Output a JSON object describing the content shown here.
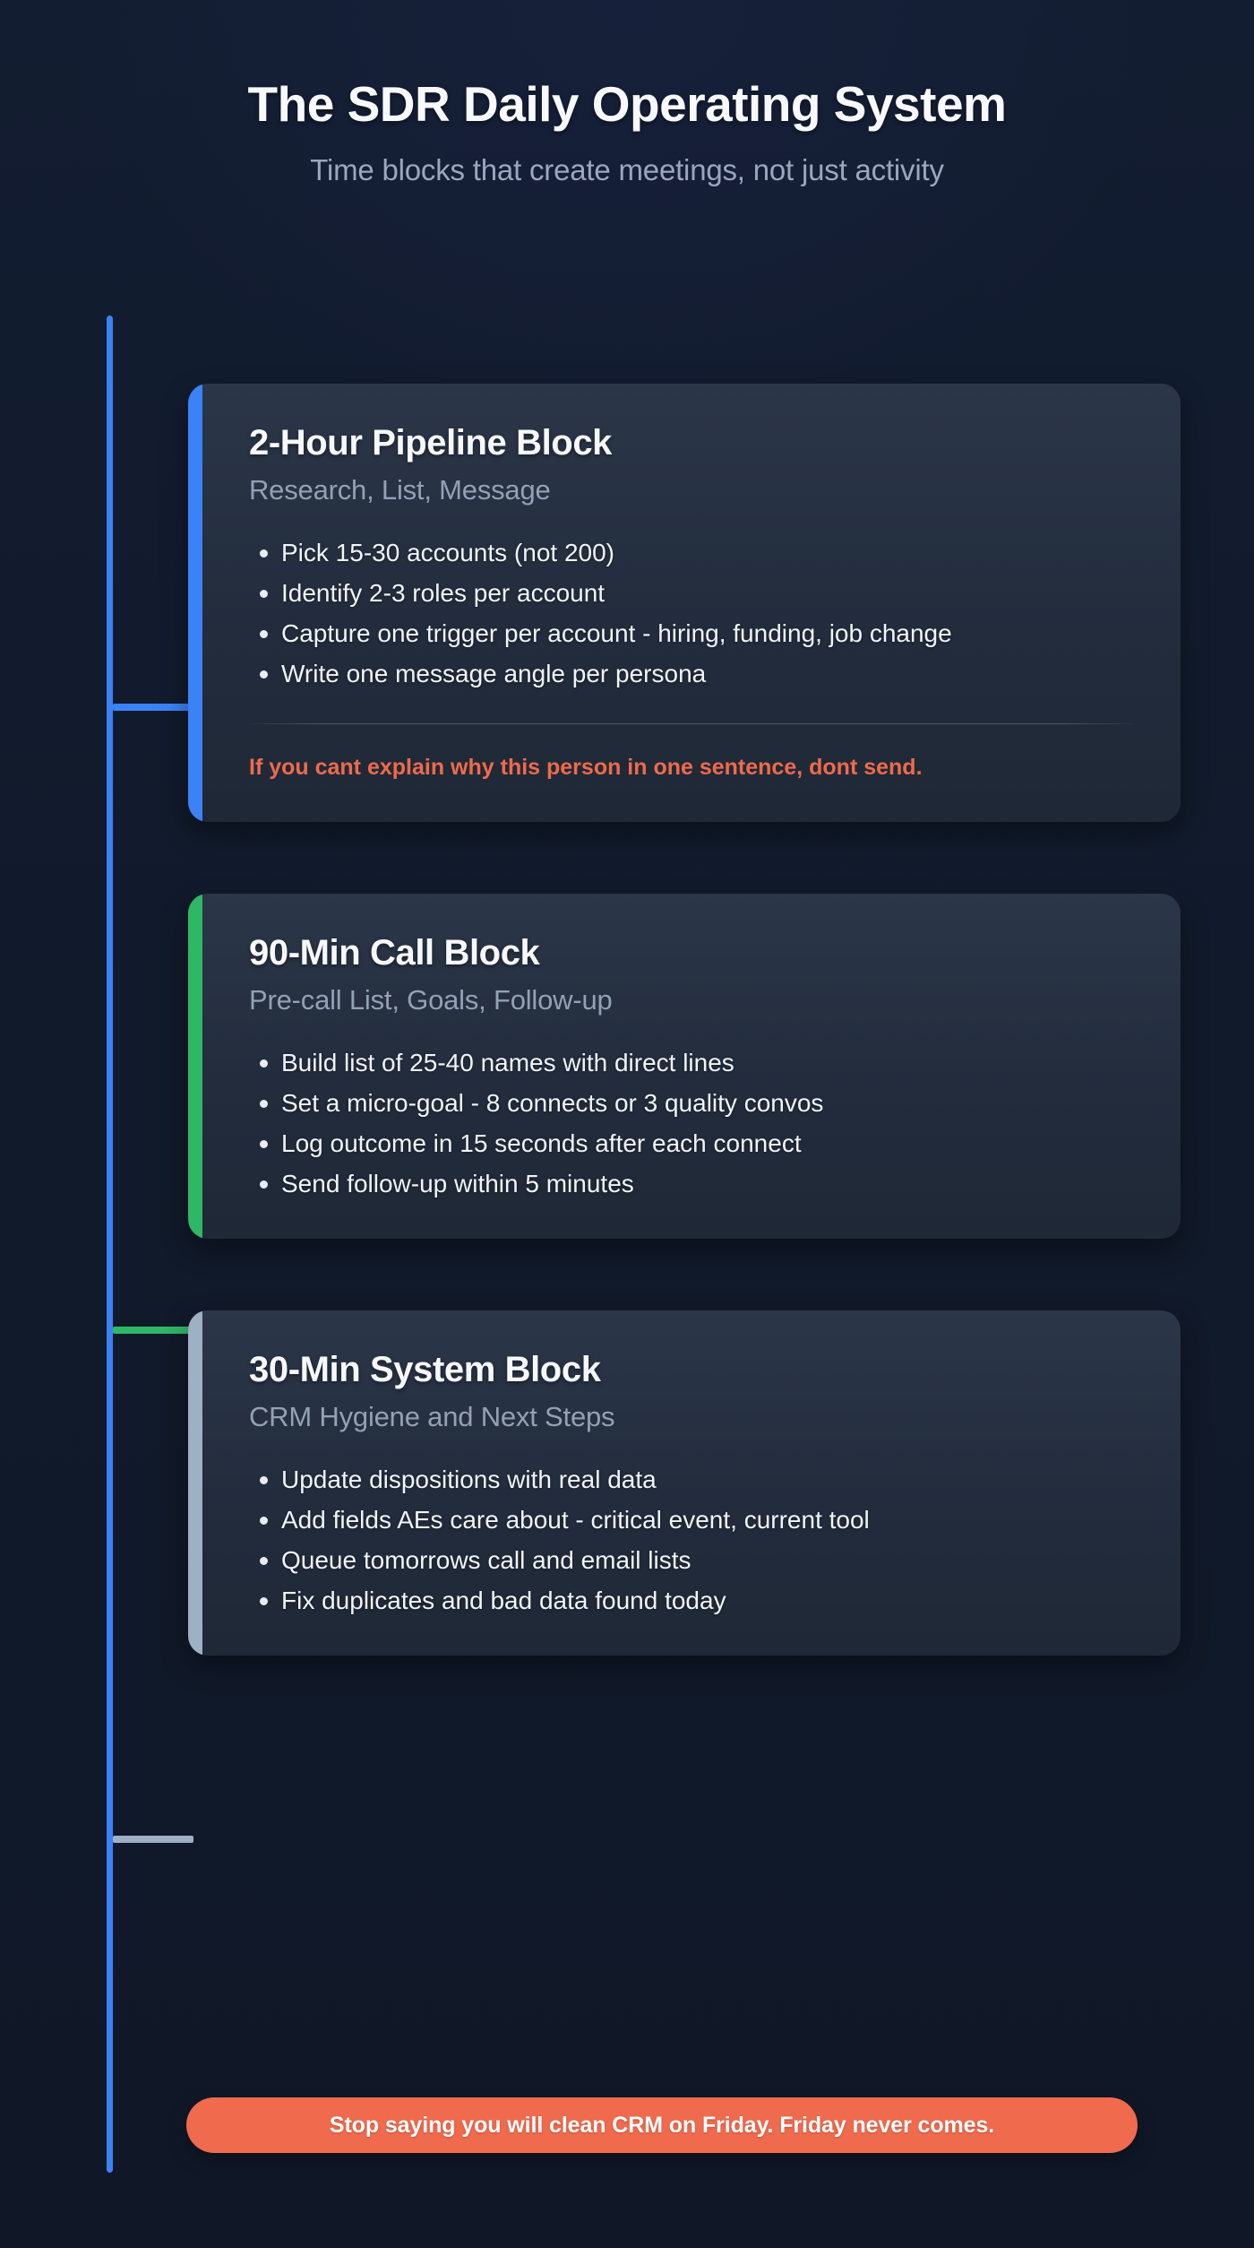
{
  "header": {
    "title": "The SDR Daily Operating System",
    "subtitle": "Time blocks that create meetings, not just activity"
  },
  "colors": {
    "background": "#101828",
    "card_background": "#273142",
    "accent_blue": "#3b82f6",
    "accent_green": "#2eb765",
    "accent_slate": "#9fb0c4",
    "warning_text": "#ef6a4b",
    "footer_pill": "#f06a4d",
    "title_text": "#f7f9fc",
    "subtitle_text": "#9aa7bd"
  },
  "cards": [
    {
      "title": "2-Hour Pipeline Block",
      "subtitle": "Research, List, Message",
      "accent": "blue",
      "bullets": [
        "Pick 15-30 accounts (not 200)",
        "Identify 2-3 roles per account",
        "Capture one trigger per account - hiring, funding, job change",
        "Write one message angle per persona"
      ],
      "warning": "If you cant explain why this person in one sentence, dont send."
    },
    {
      "title": "90-Min Call Block",
      "subtitle": "Pre-call List, Goals, Follow-up",
      "accent": "green",
      "bullets": [
        "Build list of 25-40 names with direct lines",
        "Set a micro-goal - 8 connects or 3 quality convos",
        "Log outcome in 15 seconds after each connect",
        "Send follow-up within 5 minutes"
      ],
      "warning": null
    },
    {
      "title": "30-Min System Block",
      "subtitle": "CRM Hygiene and Next Steps",
      "accent": "slate",
      "bullets": [
        "Update dispositions with real data",
        "Add fields AEs care about - critical event, current tool",
        "Queue tomorrows call and email lists",
        "Fix duplicates and bad data found today"
      ],
      "warning": null
    }
  ],
  "footer": {
    "pill_text": "Stop saying you will clean CRM on Friday. Friday never comes."
  }
}
